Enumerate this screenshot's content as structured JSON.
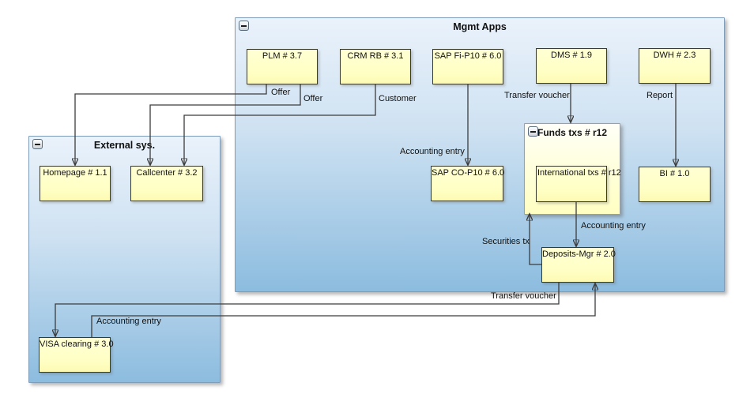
{
  "diagram": {
    "containers": {
      "mgmt": "Mgmt Apps",
      "external": "External sys.",
      "funds": "Funds txs # r12"
    },
    "nodes": {
      "plm": "PLM # 3.7",
      "crm": "CRM RB # 3.1",
      "sapfi": "SAP Fi-P10 # 6.0",
      "dms": "DMS # 1.9",
      "dwh": "DWH # 2.3",
      "sapco": "SAP CO-P10 # 6.0",
      "bi": "BI # 1.0",
      "intl": "International txs # r12",
      "deposits": "Deposits-Mgr # 2.0",
      "homepage": "Homepage # 1.1",
      "callcenter": "Callcenter # 3.2",
      "visa": "VISA clearing # 3.0"
    },
    "edge_labels": {
      "offer_plm_homepage": "Offer",
      "offer_plm_callcenter": "Offer",
      "customer_crm_callcenter": "Customer",
      "transfer_voucher_dms_funds": "Transfer voucher",
      "report_dwh_bi": "Report",
      "accounting_entry_sapfi_sapco": "Accounting entry",
      "accounting_entry_intl_deposits": "Accounting entry",
      "securities_tx_deposits_funds": "Securities tx",
      "transfer_voucher_deposits_visa": "Transfer voucher",
      "accounting_entry_visa_deposits": "Accounting entry"
    },
    "icons": {
      "collapse": "minus-icon"
    },
    "colors": {
      "container_gradient_top": "#eaf2fb",
      "container_gradient_bottom": "#8cbcdf",
      "container_border": "#7f9db9",
      "funds_gradient_top": "#fffff8",
      "funds_gradient_bottom": "#ffffc2",
      "node_fill": "#ffffcc",
      "node_border": "#3a3a28",
      "edge_line": "#3c3c3c",
      "text": "#111111",
      "background": "#ffffff"
    }
  }
}
